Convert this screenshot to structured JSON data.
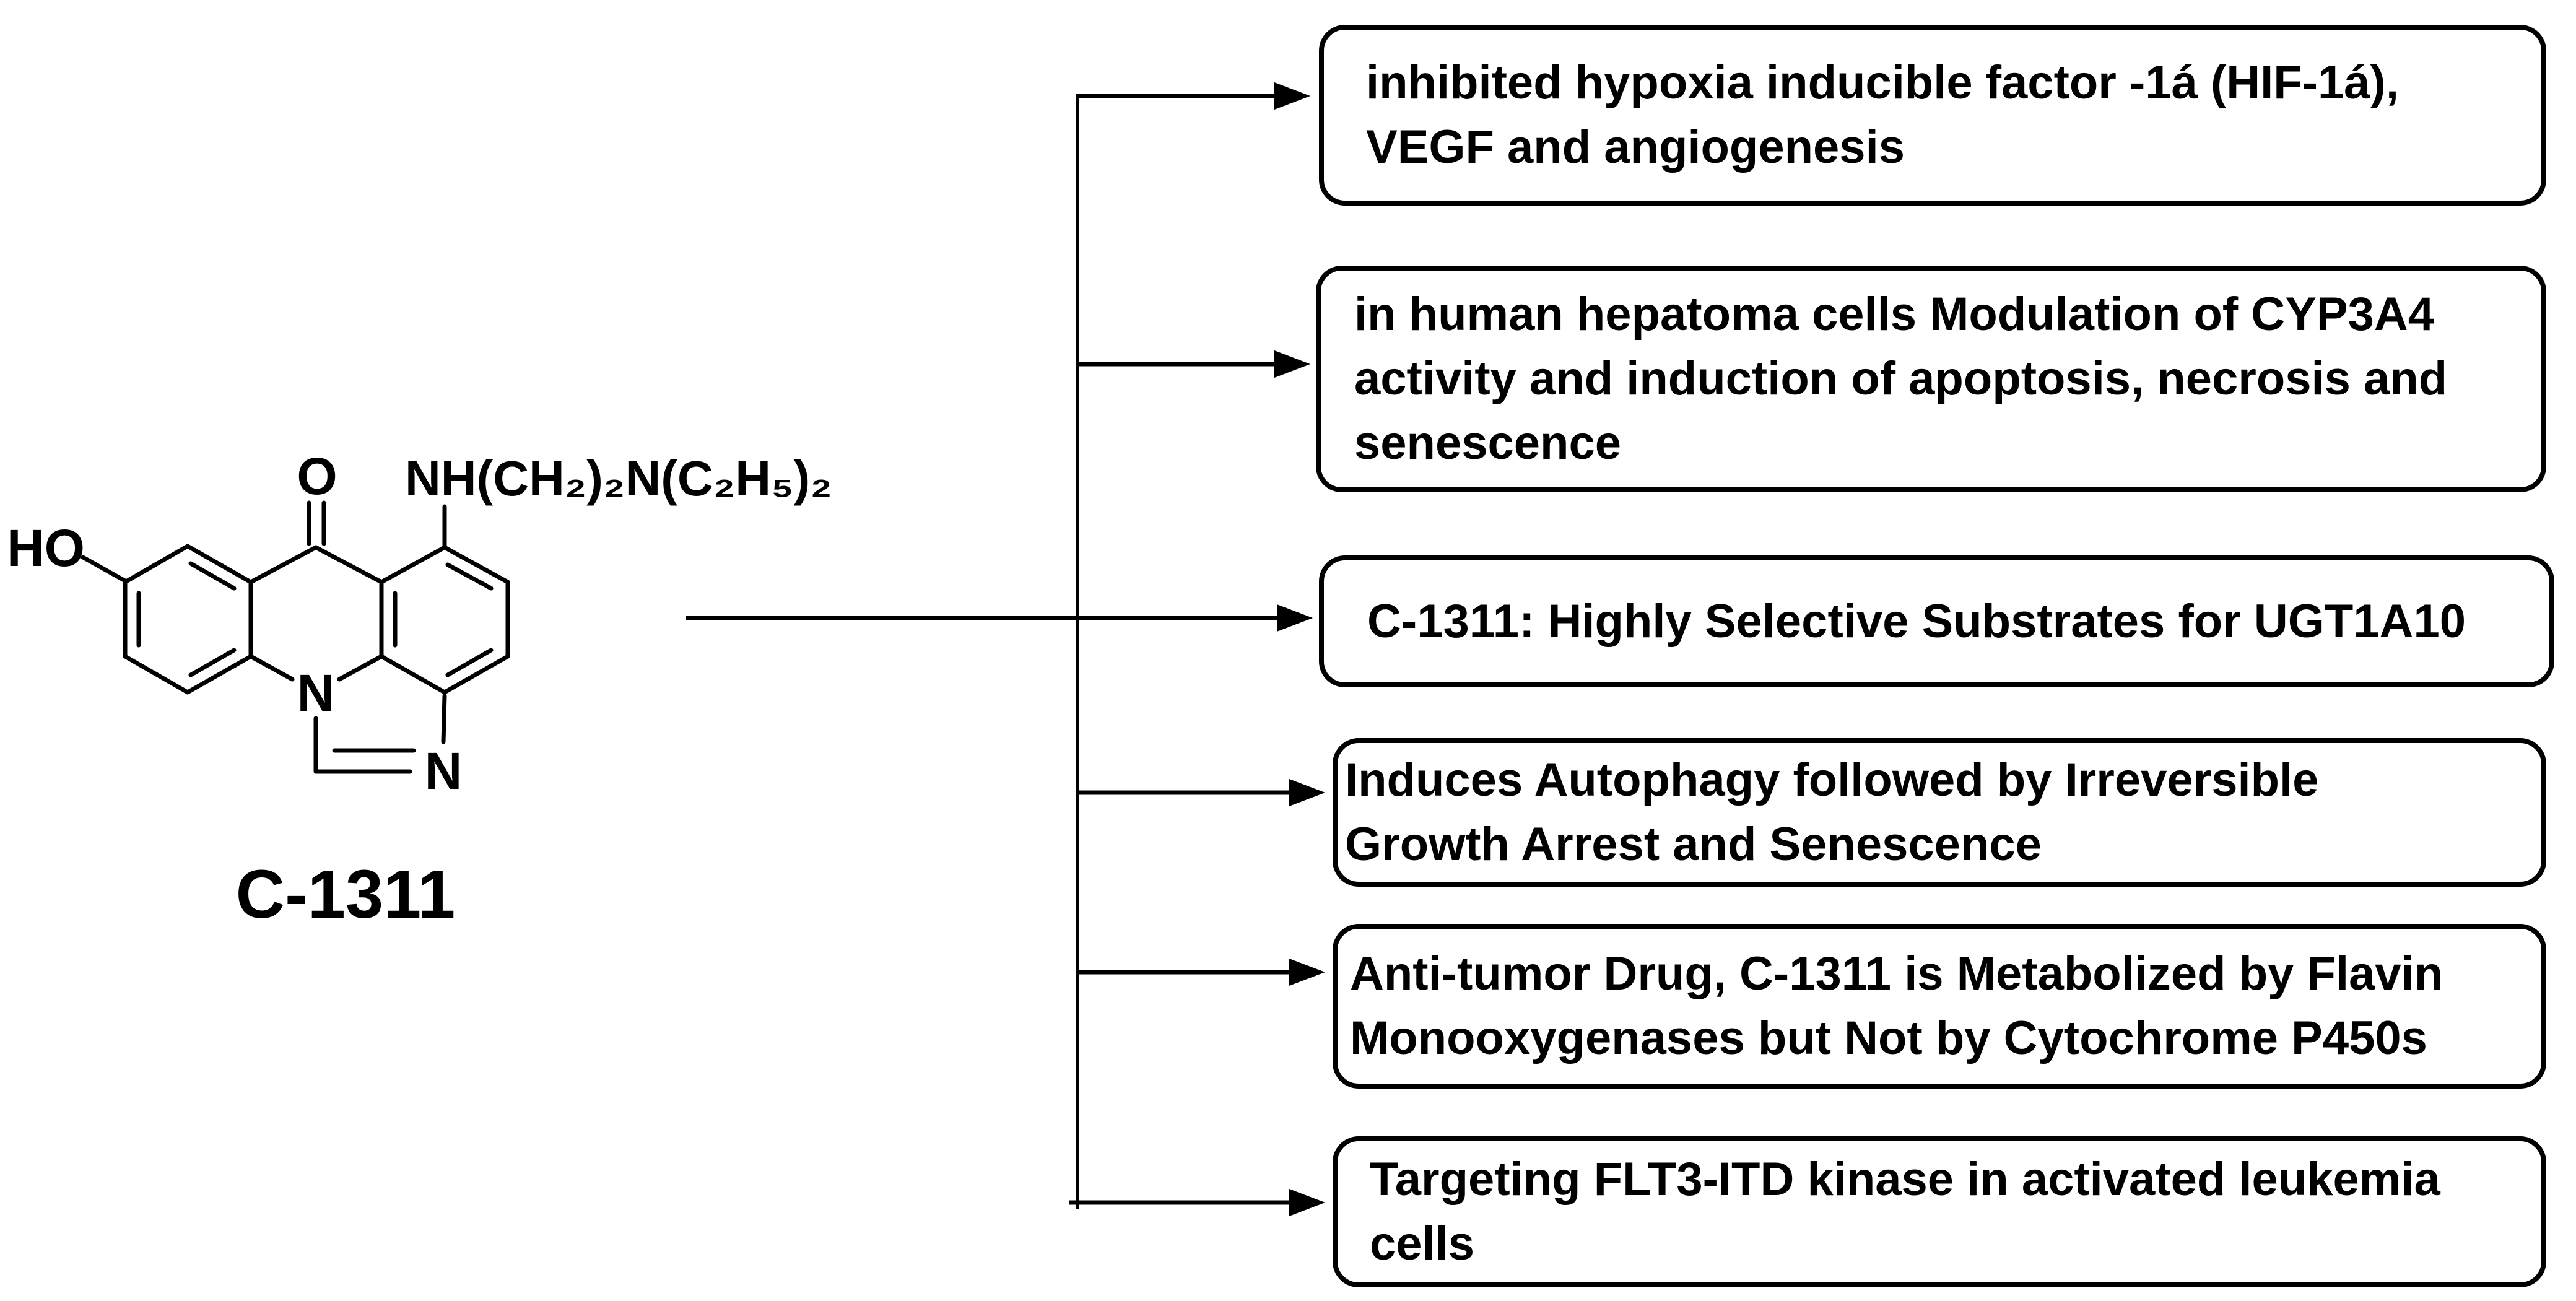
{
  "diagram": {
    "background": "#ffffff",
    "ink": "#000000"
  },
  "molecule": {
    "name": "C-1311",
    "labels": {
      "hydroxyl": "HO",
      "carbonyl_oxygen": "O",
      "acridine_nitrogen": "N",
      "imidazole_nitrogen": "N",
      "side_chain": "NH(CH₂)₂N(C₂H₅)₂"
    }
  },
  "boxes": [
    {
      "id": "hif",
      "lines": [
        "inhibited hypoxia inducible factor -1á (HIF-1á),",
        "VEGF and angiogenesis"
      ]
    },
    {
      "id": "cyp3a4",
      "lines": [
        "in human hepatoma cells Modulation of CYP3A4",
        "activity and induction of apoptosis, necrosis and",
        "senescence"
      ]
    },
    {
      "id": "ugt1a10",
      "lines": [
        "C-1311: Highly Selective Substrates for UGT1A10"
      ]
    },
    {
      "id": "autophagy",
      "lines": [
        "Induces Autophagy followed by Irreversible",
        "Growth Arrest and Senescence"
      ]
    },
    {
      "id": "fmo",
      "lines": [
        "Anti-tumor Drug, C-1311 is Metabolized by Flavin",
        "Monooxygenases but Not by Cytochrome P450s"
      ]
    },
    {
      "id": "flt3",
      "lines": [
        "Targeting FLT3-ITD kinase in activated leukemia",
        "cells"
      ]
    }
  ]
}
